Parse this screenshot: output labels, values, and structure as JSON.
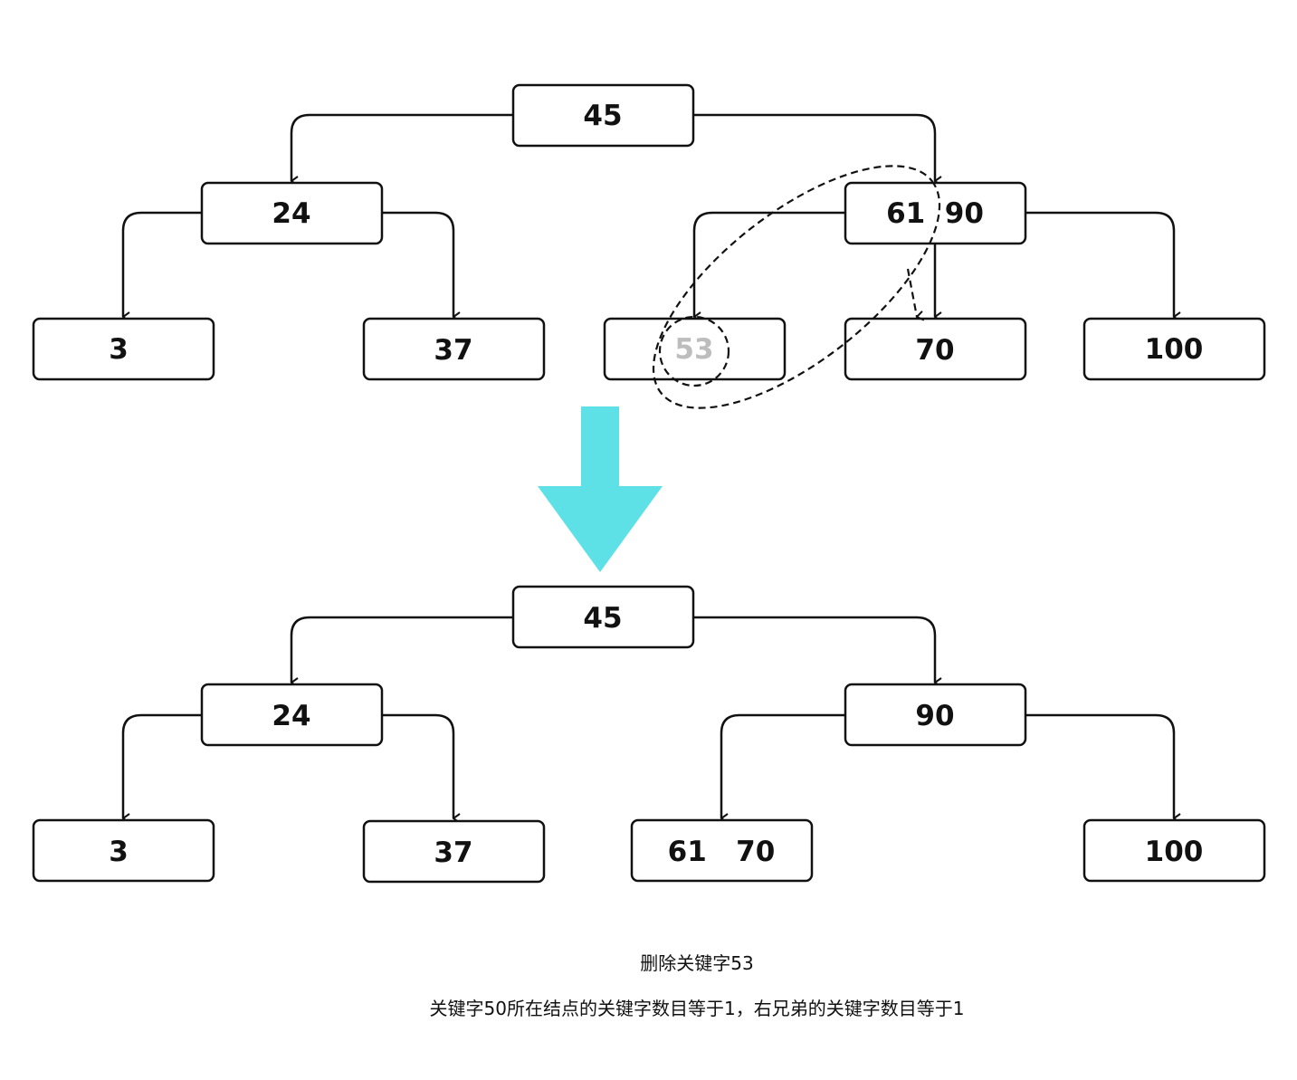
{
  "diagram": {
    "title": "B-tree deletion of key 53",
    "before": {
      "root": {
        "label": "45"
      },
      "level1": [
        {
          "label": "24"
        },
        {
          "label": "61  90"
        }
      ],
      "leaves": [
        {
          "label": "3"
        },
        {
          "label": "37"
        },
        {
          "label": "53",
          "state": "deleted"
        },
        {
          "label": "70"
        },
        {
          "label": "100"
        }
      ]
    },
    "transition_arrow": {
      "color": "#5ee1e6"
    },
    "after": {
      "root": {
        "label": "45"
      },
      "level1": [
        {
          "label": "24"
        },
        {
          "label": "90"
        }
      ],
      "leaves": [
        {
          "label": "3"
        },
        {
          "label": "37"
        },
        {
          "label": "61   70"
        },
        {
          "label": "100"
        }
      ]
    },
    "captions": {
      "line1": "删除关键字53",
      "line2": "关键字50所在结点的关键字数目等于1，右兄弟的关键字数目等于1"
    }
  }
}
